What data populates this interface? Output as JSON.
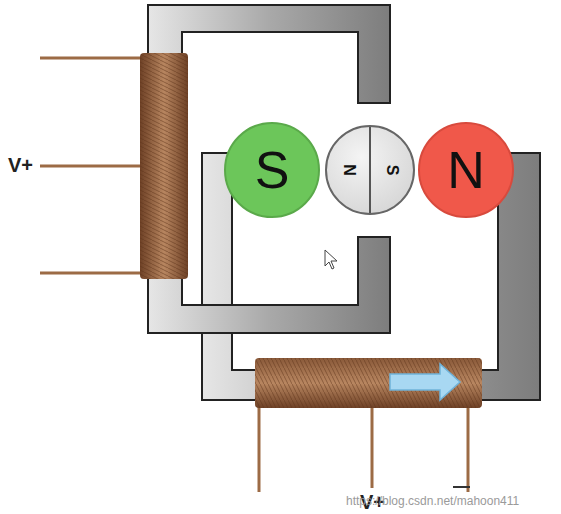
{
  "diagram": {
    "nodes": [
      {
        "text": [
          "S"
        ]
      },
      {
        "text": [
          "N",
          "S"
        ]
      },
      {
        "text": [
          "N"
        ]
      }
    ],
    "labels": [
      "V+",
      "V+",
      "https://blog.csdn.net/mahoon411"
    ]
  }
}
